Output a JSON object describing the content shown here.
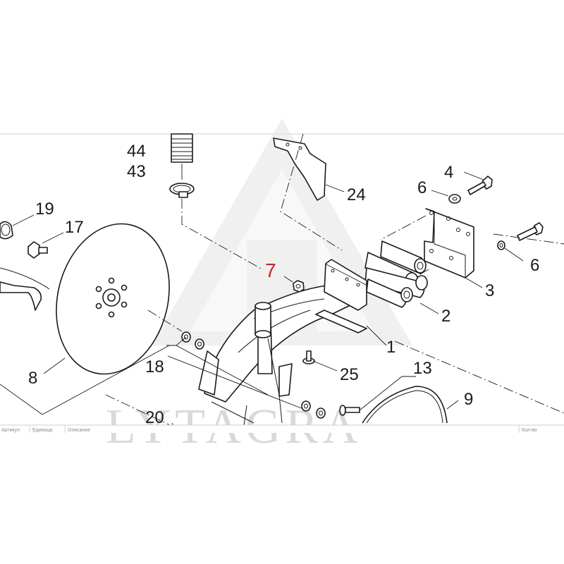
{
  "watermark": {
    "text": "LYTAGRA",
    "color": "#d9d9d9"
  },
  "callouts": [
    {
      "id": "c44",
      "label": "44"
    },
    {
      "id": "c43",
      "label": "43"
    },
    {
      "id": "c19",
      "label": "19"
    },
    {
      "id": "c17",
      "label": "17"
    },
    {
      "id": "c7",
      "label": "7",
      "highlight": true,
      "color": "#c0262c"
    },
    {
      "id": "c24",
      "label": "24"
    },
    {
      "id": "c4",
      "label": "4"
    },
    {
      "id": "c6a",
      "label": "6"
    },
    {
      "id": "c6b",
      "label": "6"
    },
    {
      "id": "c3",
      "label": "3"
    },
    {
      "id": "c2",
      "label": "2"
    },
    {
      "id": "c1",
      "label": "1"
    },
    {
      "id": "c8",
      "label": "8"
    },
    {
      "id": "c18",
      "label": "18"
    },
    {
      "id": "c25",
      "label": "25"
    },
    {
      "id": "c13",
      "label": "13"
    },
    {
      "id": "c9",
      "label": "9"
    },
    {
      "id": "c20",
      "label": "20"
    }
  ],
  "table_header": {
    "col1": "Артикул",
    "col2": "Единица",
    "col3": "Описание",
    "col4": "Кол-во"
  }
}
